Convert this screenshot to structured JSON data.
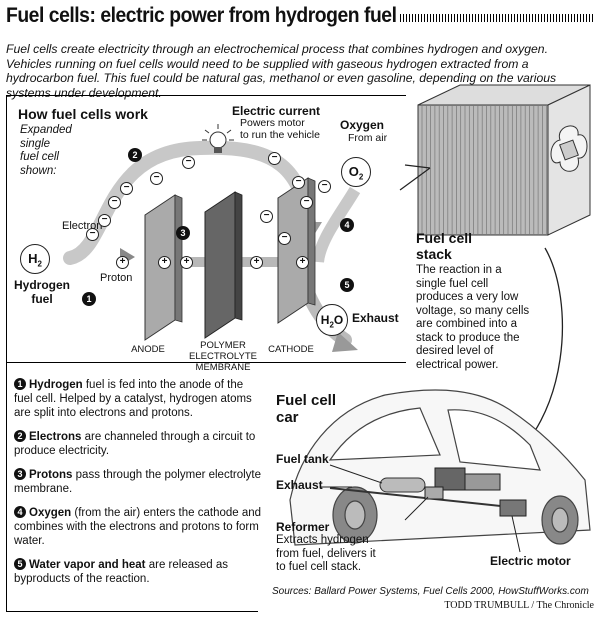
{
  "title": "Fuel cells: electric power from hydrogen fuel",
  "intro": "Fuel cells create electricity through an electrochemical process that combines hydrogen and oxygen. Vehicles running on fuel cells would need to be supplied with gaseous hydrogen extracted from a hydrocarbon fuel. This fuel could be natural gas, methanol or even gasoline, depending on the various systems under development.",
  "how": {
    "heading": "How fuel cells work",
    "sub_lines": [
      "Expanded",
      "single",
      "fuel cell",
      "shown:"
    ],
    "electric_current": "Electric current",
    "powers_lines": [
      "Powers motor",
      "to run the vehicle"
    ],
    "oxygen": "Oxygen",
    "from_air": "From air",
    "o2": "O",
    "o2_sub": "2",
    "h2": "H",
    "h2_sub": "2",
    "electron": "Electron",
    "proton": "Proton",
    "hydrogen_fuel_lines": [
      "Hydrogen",
      "fuel"
    ],
    "exhaust": "Exhaust",
    "h2o": "H",
    "h2o_sub": "2",
    "h2o_end": "O",
    "anode": "ANODE",
    "membrane_lines": [
      "POLYMER",
      "ELECTROLYTE",
      "MEMBRANE"
    ],
    "cathode": "CATHODE",
    "minus": "−",
    "plus": "+",
    "markers": [
      "1",
      "2",
      "3",
      "4",
      "5"
    ]
  },
  "stack": {
    "heading_lines": [
      "Fuel cell",
      "stack"
    ],
    "body_lines": [
      "The reaction in a",
      "single fuel cell",
      "produces a very low",
      "voltage, so many cells",
      "are combined into a",
      "stack to produce the",
      "desired level of",
      "electrical power."
    ]
  },
  "steps": [
    {
      "num": "1",
      "bold": "Hydrogen",
      "rest": " fuel is fed into the anode of the fuel cell. Helped by a catalyst, hydrogen atoms are split into electrons and protons."
    },
    {
      "num": "2",
      "bold": "Electrons",
      "rest": " are channeled through a circuit to produce electricity."
    },
    {
      "num": "3",
      "bold": "Protons",
      "rest": " pass through the polymer electrolyte membrane."
    },
    {
      "num": "4",
      "bold": "Oxygen",
      "rest": " (from the air) enters the cathode and combines with the electrons and protons to form water."
    },
    {
      "num": "5",
      "bold": "Water vapor and heat",
      "rest": " are released as byproducts of the reaction."
    }
  ],
  "car": {
    "heading_lines": [
      "Fuel cell",
      "car"
    ],
    "fuel_tank": "Fuel tank",
    "exhaust": "Exhaust",
    "reformer": "Reformer",
    "reformer_desc_lines": [
      "Extracts hydrogen",
      "from fuel, delivers it",
      "to fuel cell stack."
    ],
    "electric_motor": "Electric motor"
  },
  "sources": "Sources: Ballard Power Systems, Fuel Cells 2000, HowStuffWorks.com",
  "credit": "TODD TRUMBULL / The Chronicle"
}
